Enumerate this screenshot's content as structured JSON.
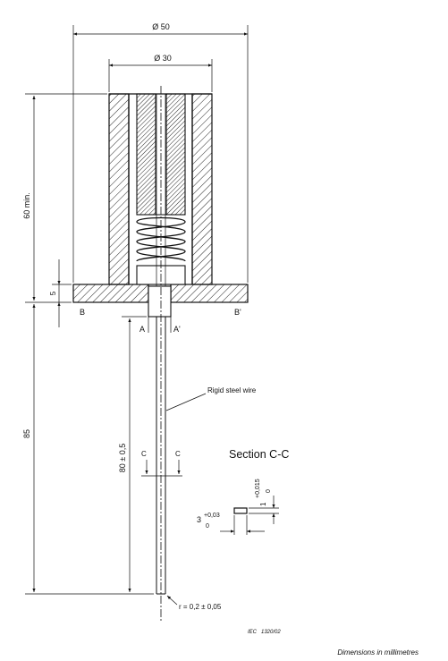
{
  "diagram": {
    "dim_outer_diameter": "Ø 50",
    "dim_inner_diameter": "Ø 30",
    "dim_height_min": "60 min.",
    "dim_base_thickness": "5",
    "dim_wire_length": "85",
    "dim_wire_free_length": "80 ± 0,5",
    "label_b": "B",
    "label_b_prime": "B'",
    "label_a": "A",
    "label_a_prime": "A'",
    "label_c_left": "C",
    "label_c_right": "C",
    "wire_callout": "Rigid steel wire",
    "section_title": "Section C-C",
    "section_width_nominal": "3",
    "section_width_tol_upper": "+0,03",
    "section_width_tol_lower": "0",
    "section_height_nominal": "1",
    "section_height_tol_upper": "+0,015",
    "section_height_tol_lower": "0",
    "tip_radius": "r = 0,2 ± 0,05",
    "figure_ref": "IEC   1320/02",
    "units_note": "Dimensions in millimetres"
  }
}
